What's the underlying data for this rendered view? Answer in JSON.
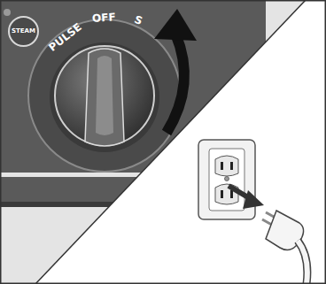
{
  "diagram": {
    "nodes": [
      {
        "text": [
          "STEAM"
        ]
      }
    ],
    "labels": [
      "PULSE",
      "OFF",
      "S"
    ]
  }
}
